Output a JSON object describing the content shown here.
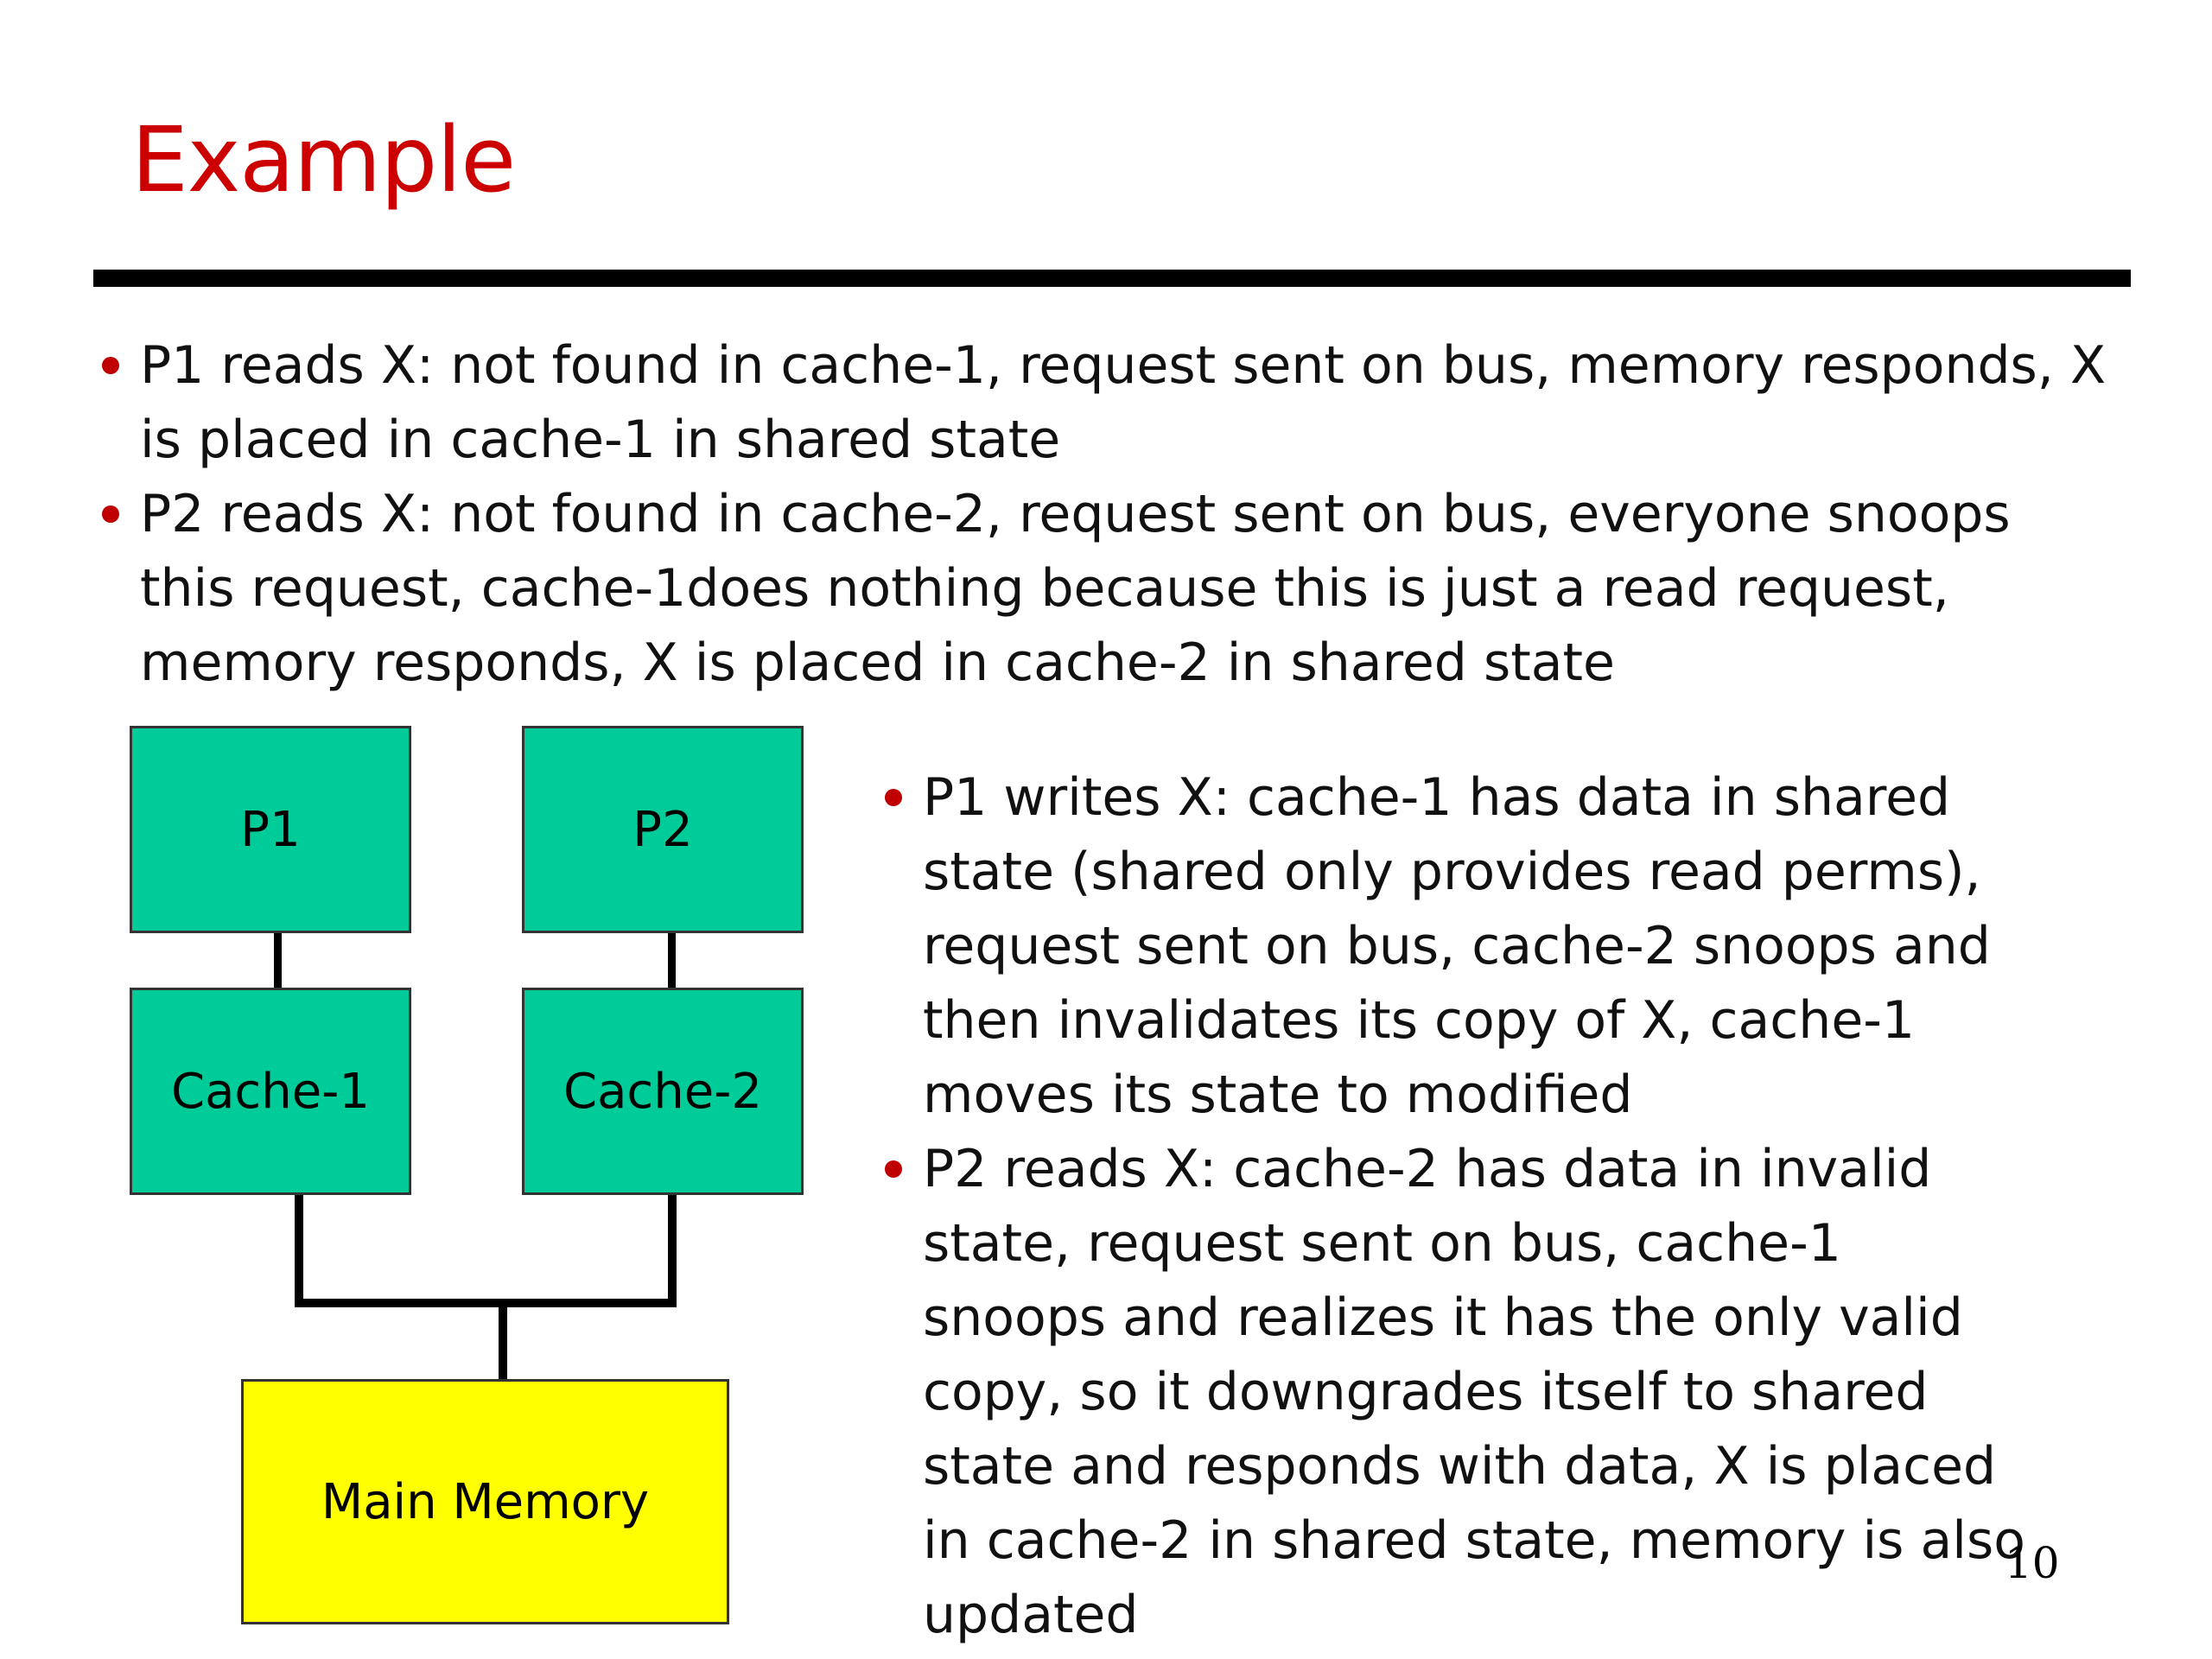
{
  "slide": {
    "title": "Example",
    "page_number": "10"
  },
  "bullets_top": [
    {
      "text": "P1 reads X: not found in cache-1, request sent on bus, memory responds, X is placed in cache-1 in shared state"
    },
    {
      "text": "P2 reads X: not found in cache-2, request sent on bus, everyone snoops this request, cache-1does nothing because this is just a read request, memory responds, X is placed in cache-2 in shared state"
    }
  ],
  "bullets_right": [
    {
      "text": "P1 writes X: cache-1 has data in shared state (shared only provides read perms), request sent on bus, cache-2 snoops and then invalidates its copy of X, cache-1 moves its state to modified"
    },
    {
      "text": "P2 reads X: cache-2 has data in invalid state, request sent on bus, cache-1 snoops and realizes it has the only valid copy, so it downgrades itself to shared state and responds with data, X is placed in cache-2 in shared state, memory is also updated"
    }
  ],
  "diagram": {
    "p1": "P1",
    "p2": "P2",
    "cache1": "Cache-1",
    "cache2": "Cache-2",
    "memory": "Main Memory",
    "colors": {
      "processor_cache": "#00cc99",
      "memory": "#ffff00"
    }
  }
}
